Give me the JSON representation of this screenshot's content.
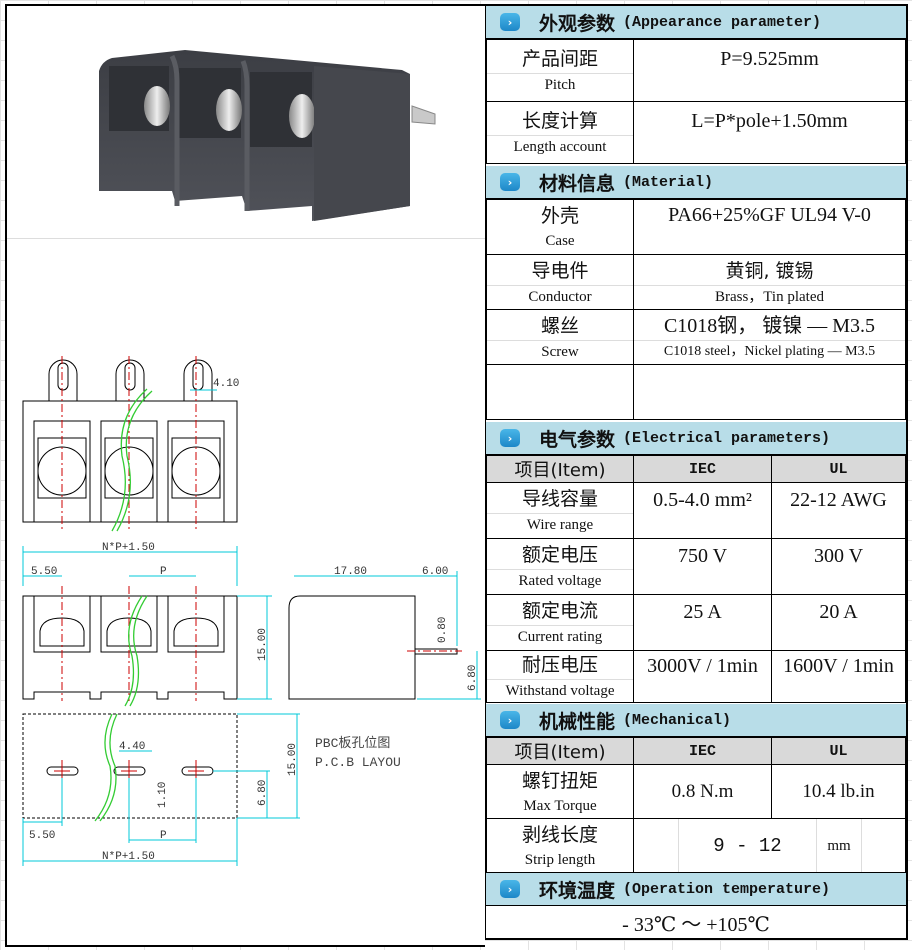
{
  "sections": {
    "appearance": {
      "icon": "chevron-right-icon",
      "title_cn": "外观参数",
      "title_en": "(Appearance parameter)",
      "rows": [
        {
          "label_cn": "产品间距",
          "label_en": "Pitch",
          "value": "P=9.525mm"
        },
        {
          "label_cn": "长度计算",
          "label_en": "Length account",
          "value": "L=P*pole+1.50mm"
        }
      ]
    },
    "material": {
      "icon": "chevron-right-icon",
      "title_cn": "材料信息",
      "title_en": "(Material)",
      "rows": [
        {
          "label_cn": "外壳",
          "label_en": "Case",
          "value_cn": "PA66+25%GF UL94 V-0",
          "value_en": ""
        },
        {
          "label_cn": "导电件",
          "label_en": "Conductor",
          "value_cn": "黄铜, 镀锡",
          "value_en": "Brass，Tin plated"
        },
        {
          "label_cn": "螺丝",
          "label_en": "Screw",
          "value_cn": "C1018钢， 镀镍 — M3.5",
          "value_en": "C1018 steel，Nickel plating — M3.5"
        }
      ]
    },
    "electrical": {
      "icon": "chevron-right-icon",
      "title_cn": "电气参数",
      "title_en": "(Electrical parameters)",
      "headers": {
        "item": "项目(Item)",
        "iec": "IEC",
        "ul": "UL"
      },
      "rows": [
        {
          "label_cn": "导线容量",
          "label_en": "Wire range",
          "iec": "0.5-4.0 mm²",
          "ul": "22-12  AWG"
        },
        {
          "label_cn": "额定电压",
          "label_en": "Rated voltage",
          "iec": "750 V",
          "ul": "300 V"
        },
        {
          "label_cn": "额定电流",
          "label_en": "Current rating",
          "iec": "25  A",
          "ul": "20  A"
        },
        {
          "label_cn": "耐压电压",
          "label_en": "Withstand voltage",
          "iec": "3000V / 1min",
          "ul": "1600V / 1min"
        }
      ]
    },
    "mechanical": {
      "icon": "chevron-right-icon",
      "title_cn": "机械性能",
      "title_en": "(Mechanical)",
      "headers": {
        "item": "项目(Item)",
        "iec": "IEC",
        "ul": "UL"
      },
      "torque": {
        "label_cn": "螺钉扭矩",
        "label_en": "Max Torque",
        "iec": "0.8  N.m",
        "ul": "10.4 lb.in"
      },
      "strip": {
        "label_cn": "剥线长度",
        "label_en": "Strip length",
        "value": "9  -  12",
        "unit": "mm"
      }
    },
    "temperature": {
      "icon": "chevron-right-icon",
      "title_cn": "环境温度",
      "title_en": "(Operation temperature)",
      "value": "- 33℃  ～  +105℃"
    }
  },
  "drawing": {
    "dim_tab": "4.10",
    "dim_total": "N*P+1.50",
    "dim_edge": "5.50",
    "dim_pitch": "P",
    "dim_depth": "17.80",
    "dim_pin_out": "6.00",
    "dim_pin_w": "0.80",
    "dim_height": "15.00",
    "dim_pin_h": "6.80",
    "dim_slot": "4.40",
    "dim_slot_w": "1.10",
    "pcb_label_cn": "PBC板孔位图",
    "pcb_label_en": "P.C.B LAYOU"
  }
}
